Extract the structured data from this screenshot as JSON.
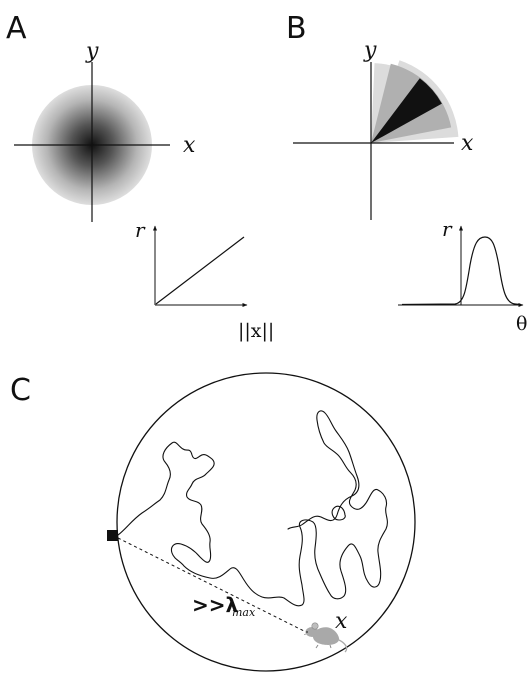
{
  "panels": {
    "a": {
      "label": "A",
      "x_label": "x",
      "y_label": "y",
      "plot_y_label": "r",
      "plot_x_label": "||x||"
    },
    "b": {
      "label": "B",
      "x_label": "x",
      "y_label": "y",
      "plot_y_label": "r",
      "plot_x_label": "θ"
    },
    "c": {
      "label": "C",
      "distance_prefix": ">>",
      "distance_symbol": "λ",
      "distance_subscript": "max",
      "animal_label": "x"
    }
  },
  "colors": {
    "ink": "#111111",
    "wedge_dark": "#111111",
    "wedge_mid": "#b0b0b0",
    "wedge_light": "#dcdcdc",
    "mouse": "#a9a9a9"
  },
  "icons": {
    "source_marker": "black-square-icon",
    "animal": "mouse-icon"
  }
}
